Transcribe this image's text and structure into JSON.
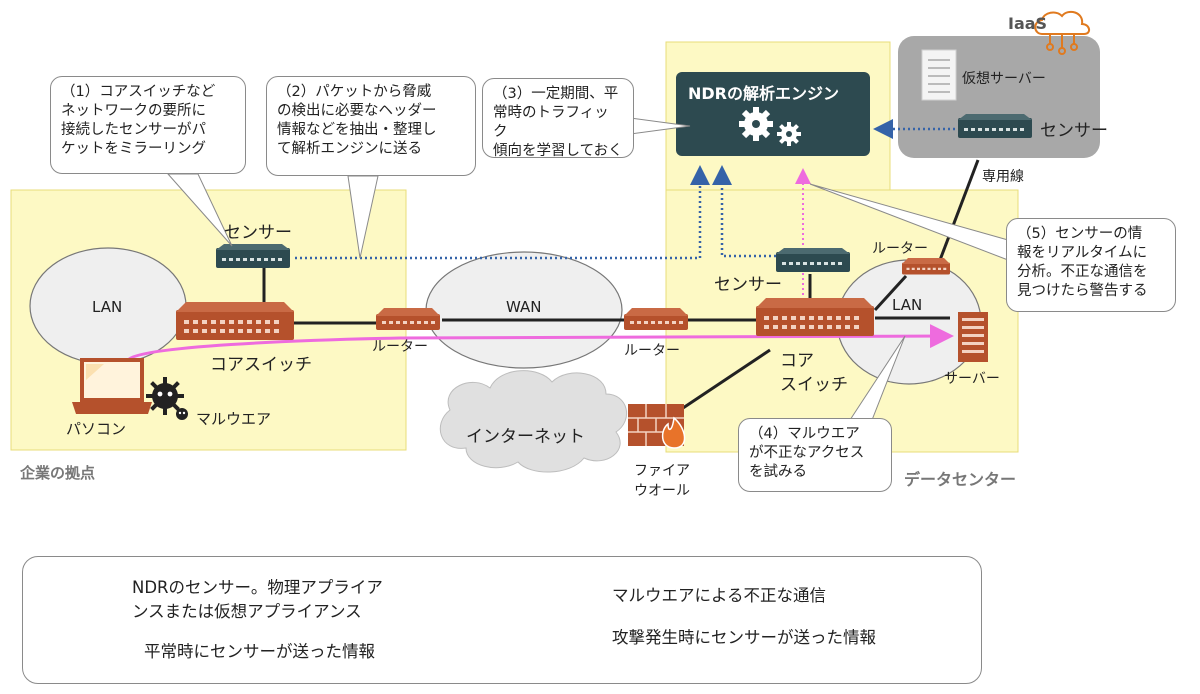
{
  "regions": {
    "enterprise": "企業の拠点",
    "datacenter": "データセンター",
    "iaas": "IaaS"
  },
  "networks": {
    "lan_left": "LAN",
    "wan": "WAN",
    "lan_right": "LAN",
    "internet": "インターネット"
  },
  "devices": {
    "sensor_enterprise": "センサー",
    "core_switch_enterprise": "コアスイッチ",
    "router_enterprise": "ルーター",
    "router_wan": "ルーター",
    "pc": "パソコン",
    "malware": "マルウエア",
    "sensor_dc": "センサー",
    "core_switch_dc_line1": "コア",
    "core_switch_dc_line2": "スイッチ",
    "router_dc": "ルーター",
    "server": "サーバー",
    "firewall_line1": "ファイア",
    "firewall_line2": "ウオール",
    "virtual_server": "仮想サーバー",
    "sensor_iaas": "センサー",
    "dedicated_line": "専用線",
    "ndr_engine": "NDRの解析エンジン"
  },
  "callouts": {
    "c1": [
      "（1）コアスイッチなど",
      "ネットワークの要所に",
      "接続したセンサーがパ",
      "ケットをミラーリング"
    ],
    "c2": [
      "（2）パケットから脅威",
      "の検出に必要なヘッダー",
      "情報などを抽出・整理し",
      "て解析エンジンに送る"
    ],
    "c3": [
      "（3）一定期間、平",
      "常時のトラフィック",
      "傾向を学習しておく"
    ],
    "c4": [
      "（4）マルウエア",
      "が不正なアクセス",
      "を試みる"
    ],
    "c5": [
      "（5）センサーの情",
      "報をリアルタイムに",
      "分析。不正な通信を",
      "見つけたら警告する"
    ]
  },
  "legend": {
    "sensor_line1": "NDRのセンサー。物理アプライア",
    "sensor_line2": "ンスまたは仮想アプライアンス",
    "normal_flow": "平常時にセンサーが送った情報",
    "malware_flow": "マルウエアによる不正な通信",
    "attack_flow": "攻撃発生時にセンサーが送った情報"
  },
  "colors": {
    "region_fill": "#fdf9c4",
    "iaas_fill": "#a8a8a8",
    "sensor": "#2d4a50",
    "switch": "#b5512c",
    "engine": "#2d4a50",
    "normal_flow": "#3563a8",
    "malware_flow": "#ee6bde",
    "attack_flow": "#ee6bde",
    "iaas_icon": "#e07a1f"
  }
}
